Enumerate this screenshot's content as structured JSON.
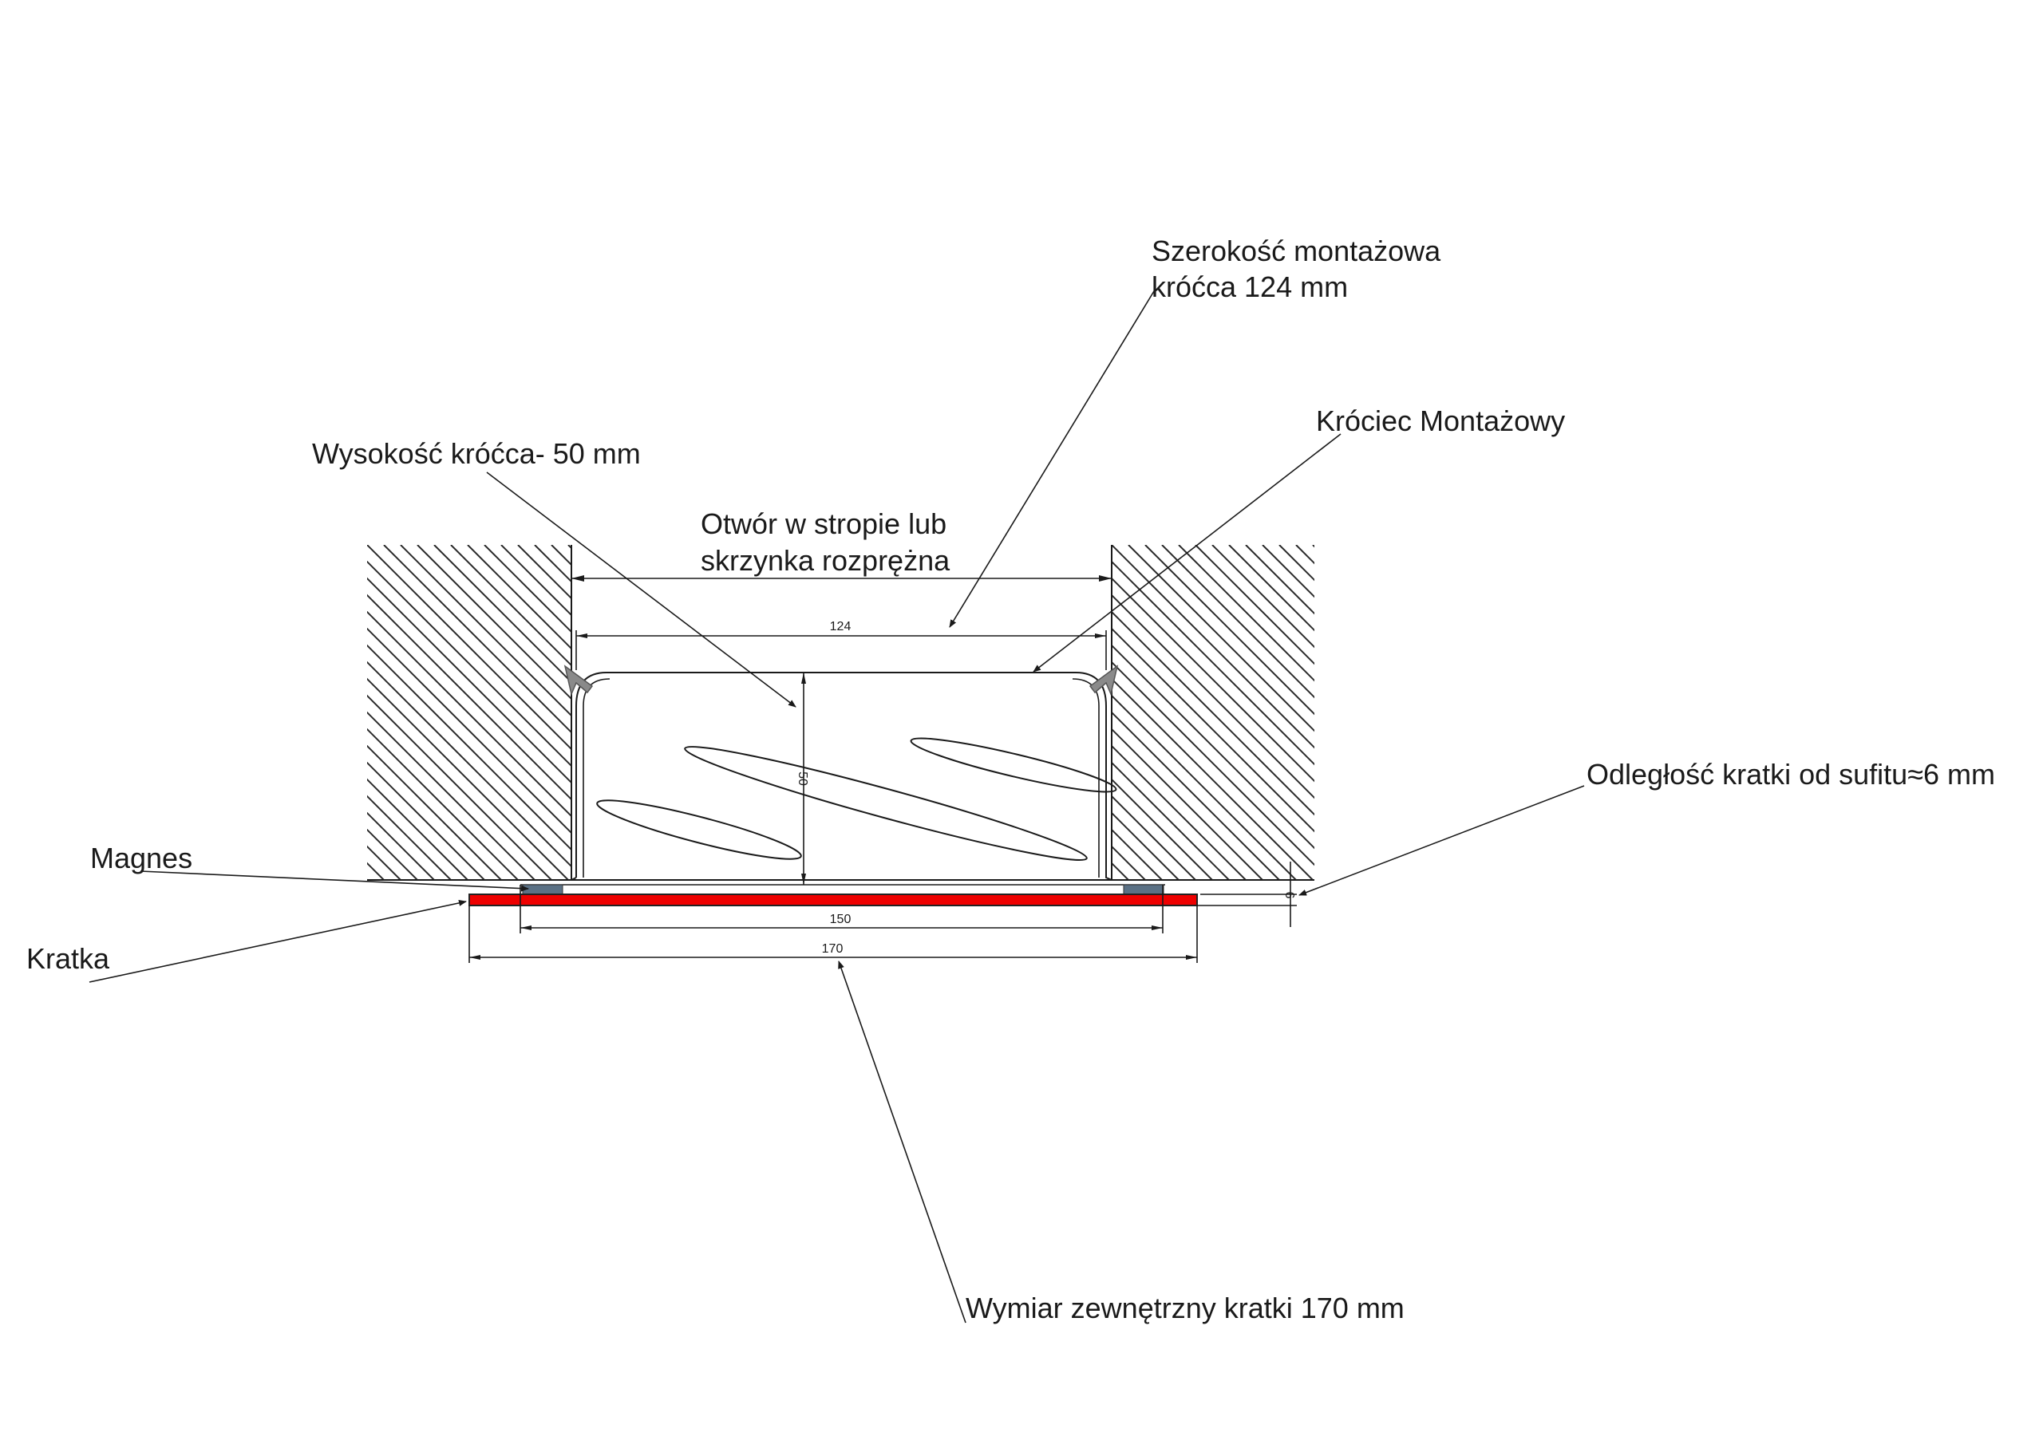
{
  "labels": {
    "mounting_width_line1": "Szerokość montażowa",
    "mounting_width_line2": "króćca 124 mm",
    "connector_height": "Wysokość króćca- 50 mm",
    "mounting_connector": "Króciec Montażowy",
    "opening_line1": "Otwór w stropie lub",
    "opening_line2": "skrzynka rozprężna",
    "grille_distance": "Odległość kratki od sufitu≈6 mm",
    "magnet": "Magnes",
    "grille": "Kratka",
    "outer_dimension": "Wymiar zewnętrzny kratki 170 mm"
  },
  "dimensions": {
    "connector_width": "124",
    "connector_height": "50",
    "magnet_spacing": "150",
    "grille_width": "170",
    "gap": "6"
  },
  "colors": {
    "grille": "#ee0000",
    "magnet": "#5b7185",
    "lines": "#1a1a1a"
  }
}
